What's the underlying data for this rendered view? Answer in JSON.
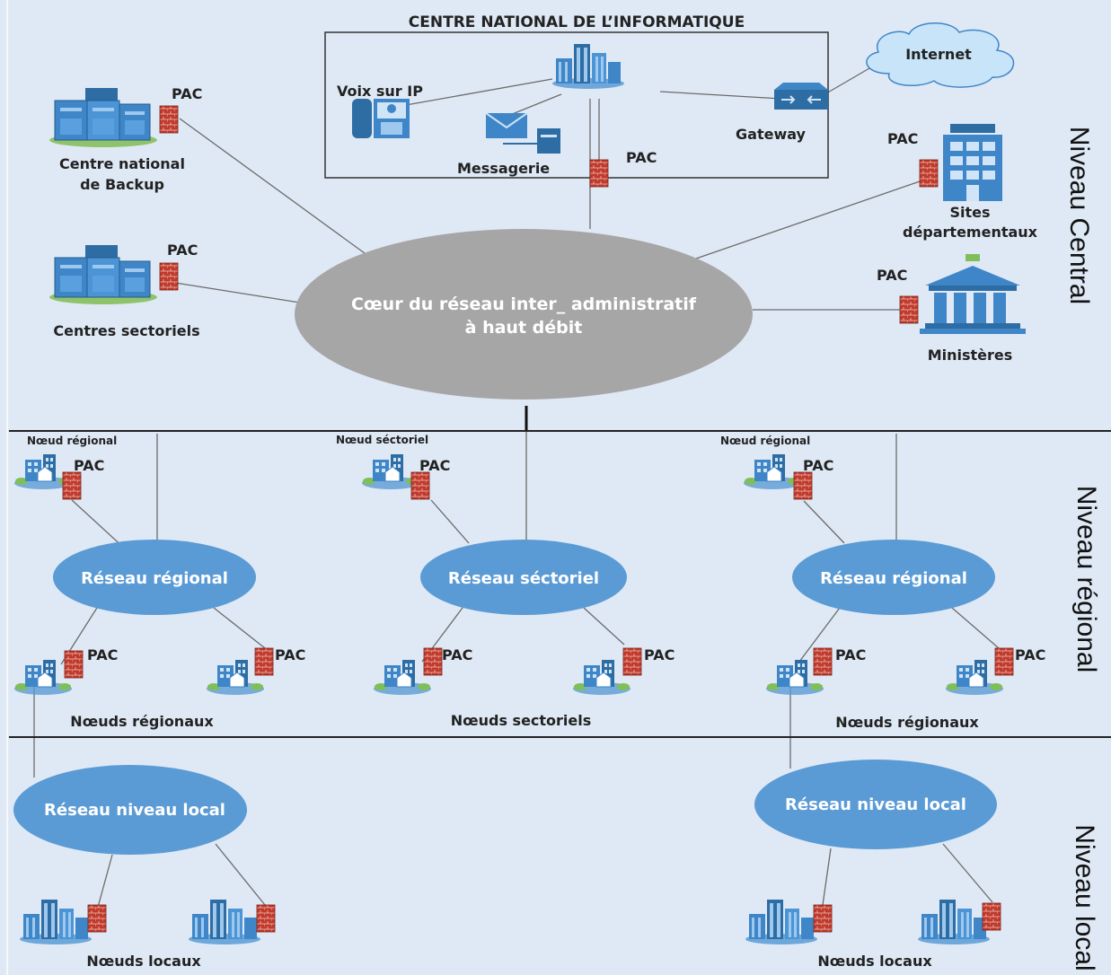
{
  "center_box": {
    "title": "CENTRE NATIONAL DE L’INFORMATIQUE",
    "voip": "Voix sur IP",
    "messaging": "Messagerie",
    "gateway": "Gateway",
    "pac": "PAC"
  },
  "internet": "Internet",
  "core": {
    "line1": "Cœur du réseau inter_ administratif",
    "line2": "à haut débit"
  },
  "central": {
    "backup_line1": "Centre national",
    "backup_line2": "de Backup",
    "sectoral_centers": "Centres sectoriels",
    "sites_line1": "Sites",
    "sites_line2": "départementaux",
    "ministries": "Ministères",
    "pac": "PAC"
  },
  "levels": {
    "central": "Niveau Central",
    "regional": "Niveau régional",
    "local": "Niveau local"
  },
  "regional": {
    "node_regional": "Nœud régional",
    "node_sectoral": "Nœud séctoriel",
    "net_regional": "Réseau régional",
    "net_sectoral": "Réseau séctoriel",
    "nodes_regional": "Nœuds régionaux",
    "nodes_sectoral": "Nœuds sectoriels",
    "pac": "PAC"
  },
  "local": {
    "net_local": "Réseau niveau local",
    "nodes_local": "Nœuds locaux"
  },
  "colors": {
    "background": "#dfe9f5",
    "network_ellipse": "#5b9bd5",
    "core_ellipse": "#a6a6a6",
    "firewall": "#c0392b",
    "building": "#3f86c8"
  }
}
